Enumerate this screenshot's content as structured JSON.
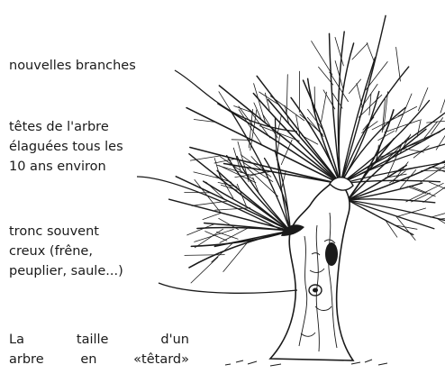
{
  "labels": {
    "branches": "nouvelles branches",
    "heads": "têtes de l'arbre\nélaguées tous les\n10 ans environ",
    "trunk": "tronc souvent\ncreux (frêne,\npeuplier, saule...)"
  },
  "caption": {
    "line1": "La    taille    d'un",
    "line2": "arbre en «têtard»"
  },
  "colors": {
    "ink": "#1a1a1a",
    "background": "#ffffff"
  }
}
